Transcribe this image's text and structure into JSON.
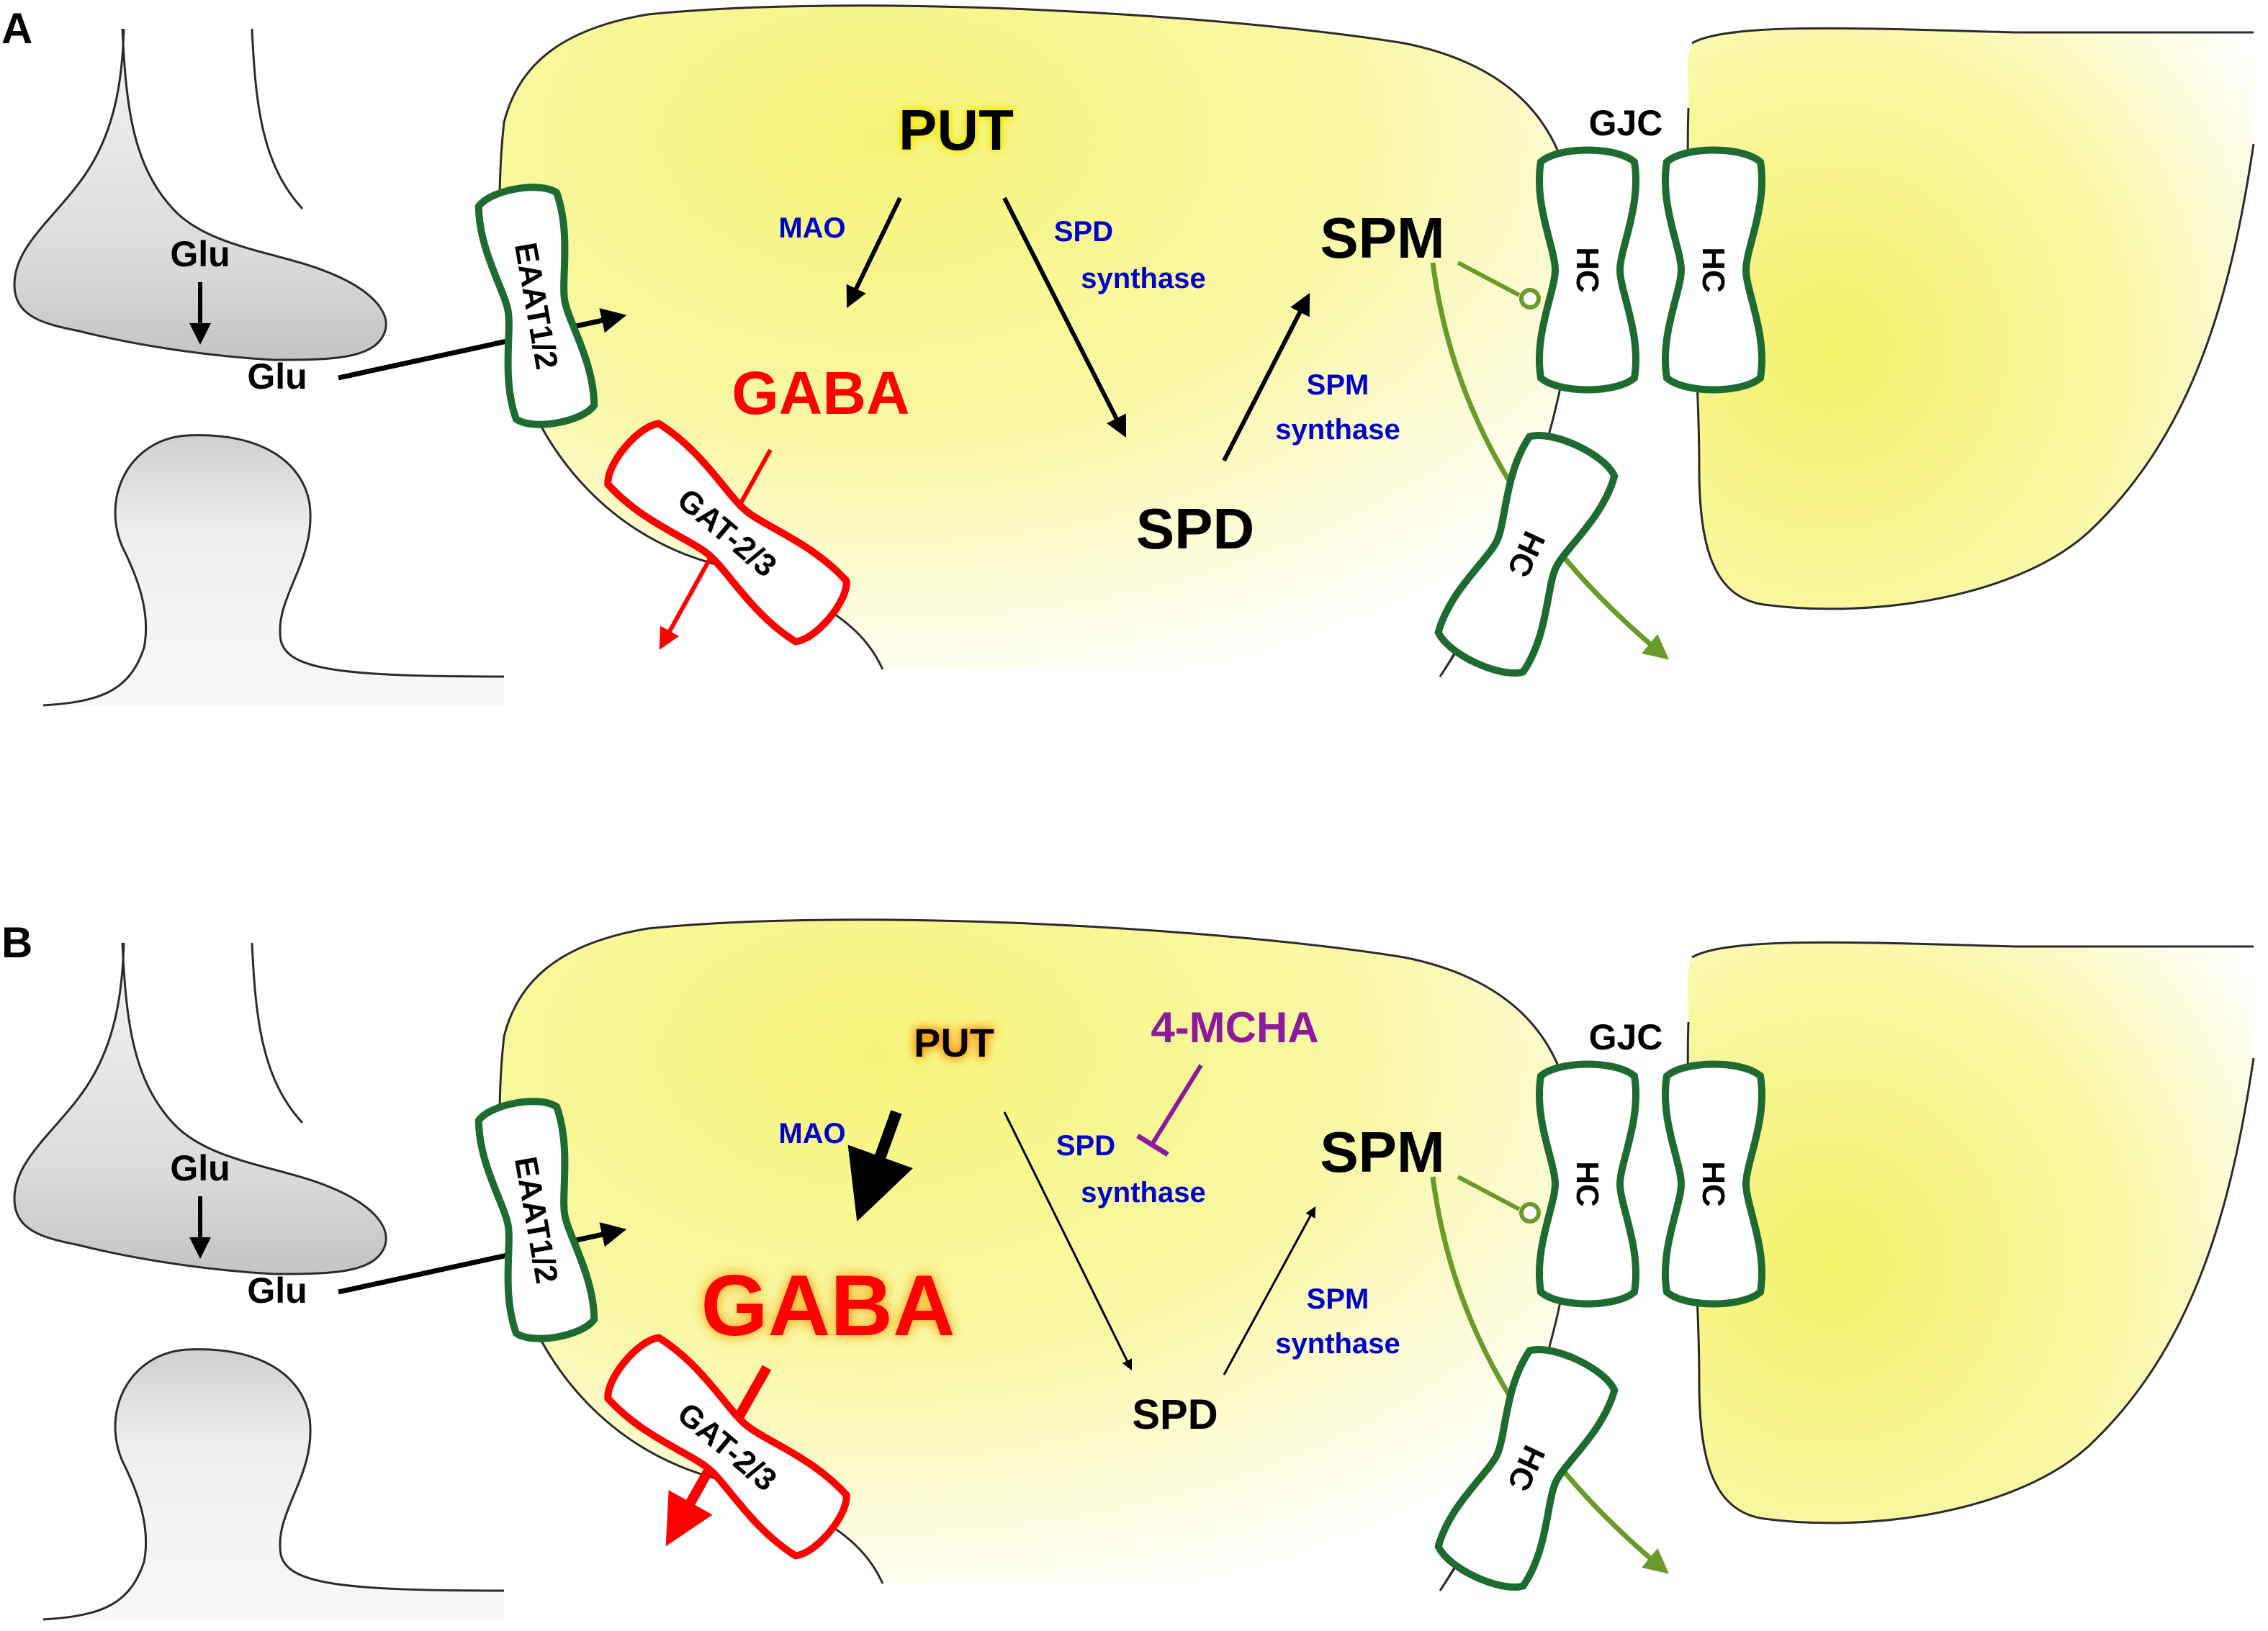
{
  "panels": [
    {
      "letter": "A",
      "glu_pre": "Glu",
      "glu_cleft": "Glu",
      "eaat": "EAAT1/2",
      "put": "PUT",
      "mao": "MAO",
      "gaba": "GABA",
      "gat": "GAT-2/3",
      "spd_synthase_1": "SPD",
      "spd_synthase_2": "synthase",
      "spd": "SPD",
      "spm_synthase_1": "SPM",
      "spm_synthase_2": "synthase",
      "spm": "SPM",
      "gjc": "GJC",
      "hc": "HC",
      "inhibitor": ""
    },
    {
      "letter": "B",
      "glu_pre": "Glu",
      "glu_cleft": "Glu",
      "eaat": "EAAT1/2",
      "put": "PUT",
      "mao": "MAO",
      "gaba": "GABA",
      "gat": "GAT-2/3",
      "spd_synthase_1": "SPD",
      "spd_synthase_2": "synthase",
      "spd": "SPD",
      "spm_synthase_1": "SPM",
      "spm_synthase_2": "synthase",
      "spm": "SPM",
      "gjc": "GJC",
      "hc": "HC",
      "inhibitor": "4-MCHA"
    }
  ],
  "colors": {
    "astrocyte_fill": "#f6f57a",
    "neuron_fill": "#e4e4e4",
    "channel_stroke": "#1e6b32",
    "gaba_red": "#ff0000",
    "enzyme_blue": "#0000cc",
    "inhibitor_purple": "#8b1a9c",
    "release_green": "#6a9a2a"
  }
}
